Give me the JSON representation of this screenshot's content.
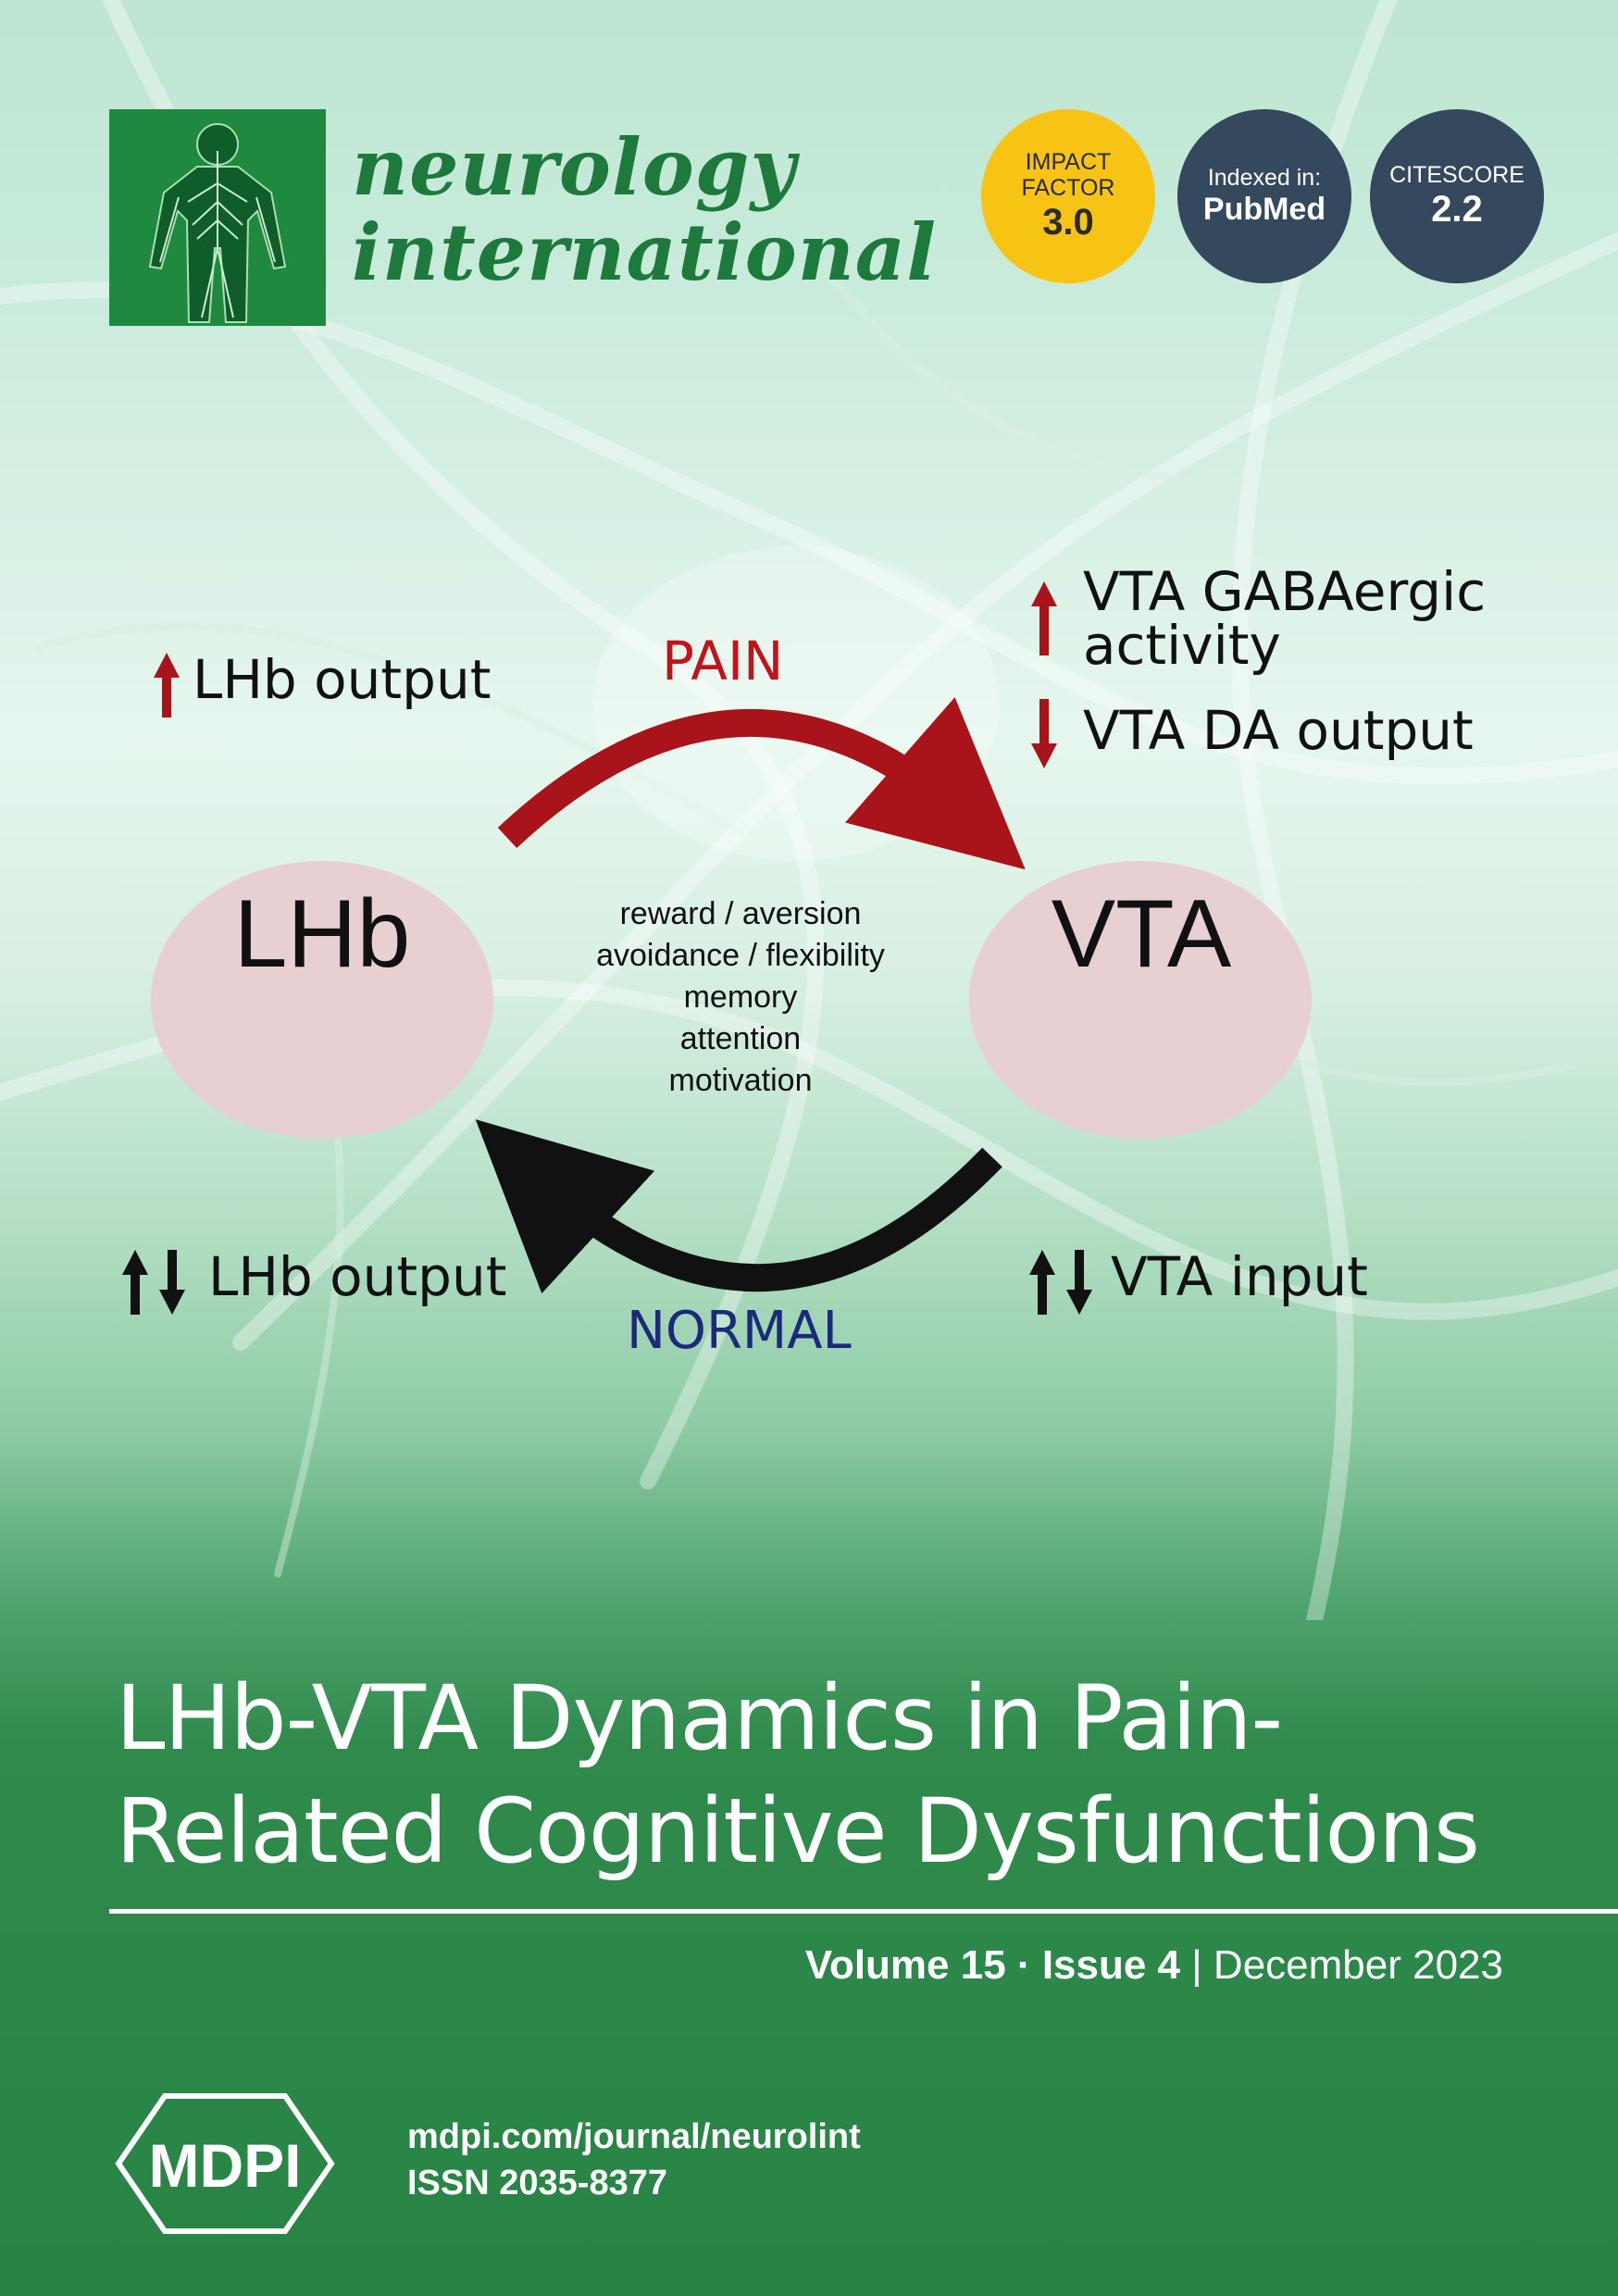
{
  "journal": {
    "name_line1": "neurology",
    "name_line2": "international",
    "url": "mdpi.com/journal/neurolint",
    "issn": "ISSN 2035-8377",
    "publisher": "MDPI"
  },
  "badges": {
    "impact_label1": "IMPACT",
    "impact_label2": "FACTOR",
    "impact_value": "3.0",
    "indexed_label": "Indexed in:",
    "indexed_value": "PubMed",
    "citescore_label": "CITESCORE",
    "citescore_value": "2.2"
  },
  "diagram": {
    "lhb_output_top": "LHb output",
    "vta_gaba_line1": "VTA GABAergic",
    "vta_gaba_line2": "activity",
    "vta_da_output": "VTA DA output",
    "pain": "PAIN",
    "normal": "NORMAL",
    "lhb": "LHb",
    "vta": "VTA",
    "lhb_output_bottom": "LHb output",
    "vta_input": "VTA input",
    "functions": [
      "reward / aversion",
      "avoidance / flexibility",
      "memory",
      "attention",
      "motivation"
    ]
  },
  "cover": {
    "title_line1": "LHb-VTA Dynamics in Pain-",
    "title_line2": "Related Cognitive Dysfunctions",
    "volume": "Volume 15",
    "separator": " · ",
    "issue": "Issue 4",
    "divider": " | ",
    "date": "December 2023"
  },
  "colors": {
    "brand_green": "#1f8a3f",
    "pain_red": "#a8141a",
    "normal_blue": "#1b2a7a",
    "badge_yellow": "#f7c415",
    "badge_navy": "#34495e",
    "ellipse_pink": "#e7cfd2"
  },
  "icons": [
    "human-nervous-system-icon",
    "mdpi-hexagon-icon",
    "up-arrow-icon",
    "down-arrow-icon",
    "up-down-arrows-icon"
  ]
}
